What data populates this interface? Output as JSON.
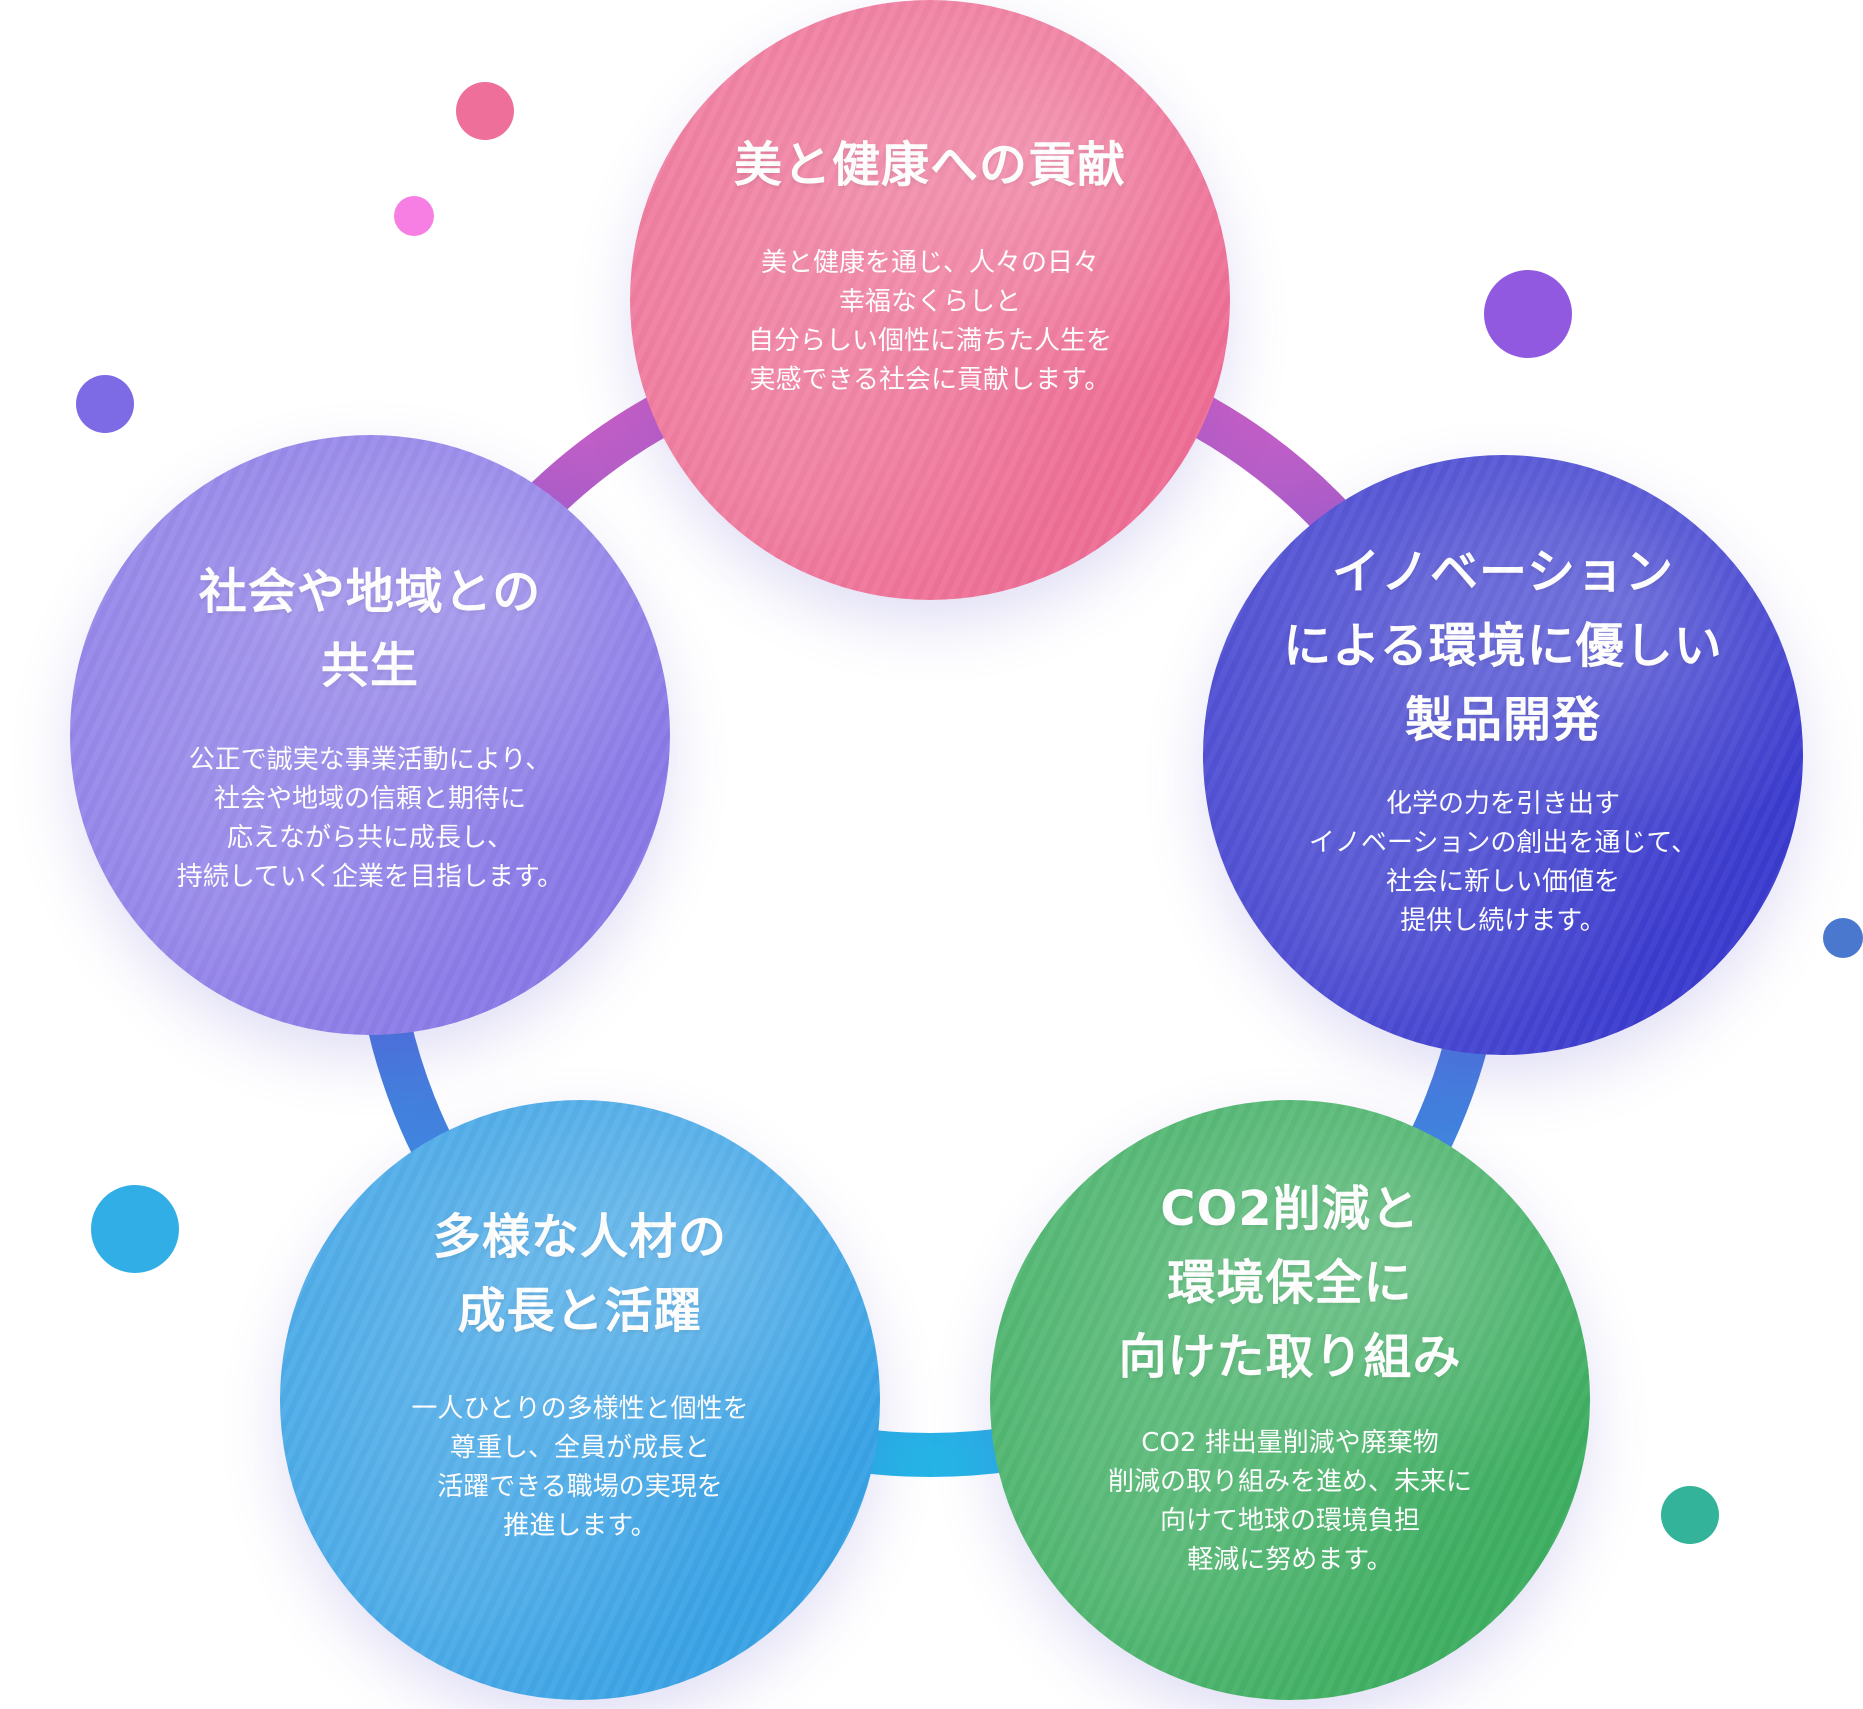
{
  "colors": {
    "beauty": "#ef6f96",
    "innovation": "#3d3dd0",
    "co2": "#3faf62",
    "talent": "#3aa3e6",
    "community": "#8a7ae8",
    "ring_top": "#d65fc2",
    "ring_right": "#5a5ad8",
    "ring_bottom": "#26b4e6",
    "ring_left": "#7f6ae6"
  },
  "circles": {
    "beauty": {
      "title": "美と健康への貢献",
      "body": "美と健康を通じ、人々の日々\n幸福なくらしと\n自分らしい個性に満ちた人生を\n実感できる社会に貢献します。"
    },
    "innovation": {
      "title": "イノベーション\nによる環境に優しい\n製品開発",
      "body": "化学の力を引き出す\nイノベーションの創出を通じて、\n社会に新しい価値を\n提供し続けます。"
    },
    "co2": {
      "title": "CO2削減と\n環境保全に\n向けた取り組み",
      "body": "CO2 排出量削減や廃棄物\n削減の取り組みを進め、未来に\n向けて地球の環境負担\n軽減に努めます。"
    },
    "talent": {
      "title": "多様な人材の\n成長と活躍",
      "body": "一人ひとりの多様性と個性を\n尊重し、全員が成長と\n活躍できる職場の実現を\n推進します。"
    },
    "community": {
      "title": "社会や地域との\n共生",
      "body": "公正で誠実な事業活動により、\n社会や地域の信頼と期待に\n応えながら共に成長し、\n持続していく企業を目指します。"
    }
  },
  "decorations": {
    "dot_colors": [
      "#ee6f9a",
      "#f77fe4",
      "#9159e0",
      "#7d6be6",
      "#4a78cf",
      "#31aee6",
      "#32b39a"
    ]
  }
}
